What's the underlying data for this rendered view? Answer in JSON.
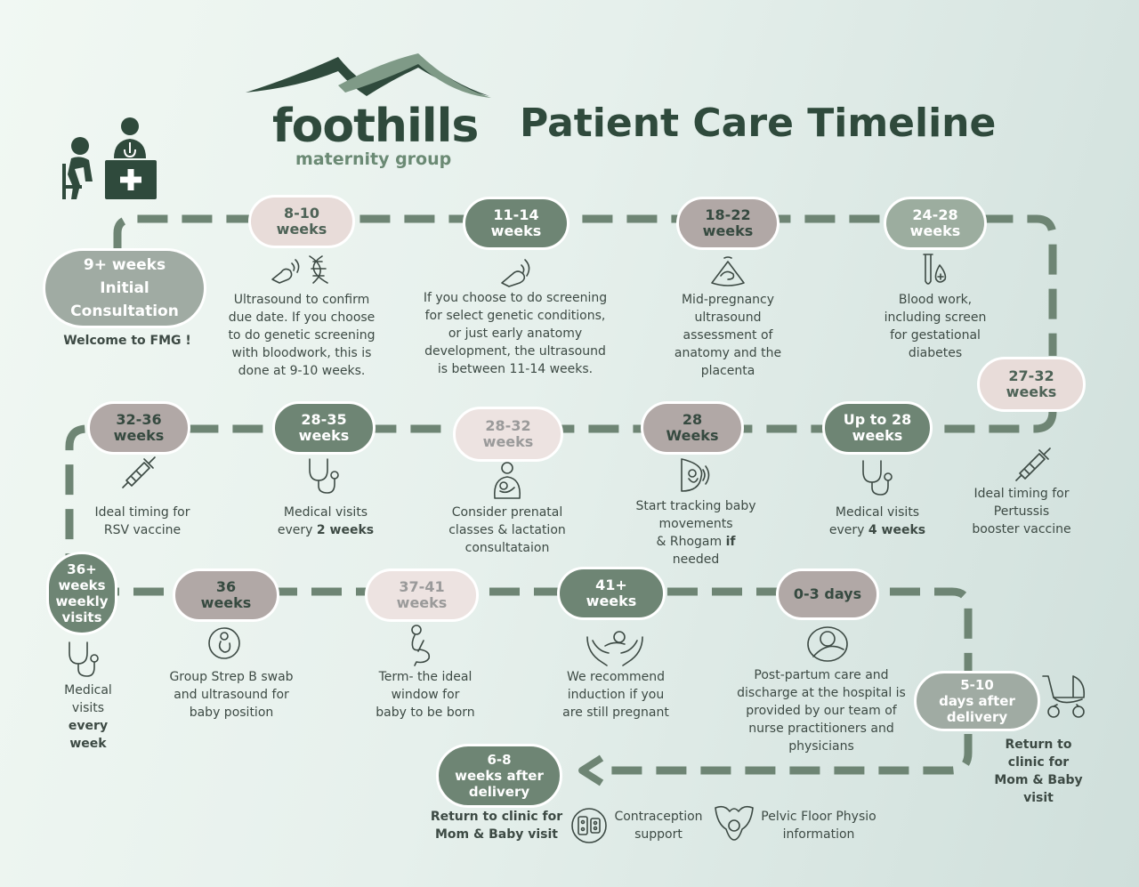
{
  "colors": {
    "track": "#6e8574",
    "pill_pink": "#e8dcd9",
    "pill_green": "#6e8574",
    "pill_mauve": "#b1a8a6",
    "pill_sage": "#9cad9f",
    "title": "#2f4a3c"
  },
  "header": {
    "brand": "foothills",
    "brand_sub": "maternity group",
    "title": "Patient Care Timeline",
    "logo": "mountain-logo",
    "doctor_icon": "doctor-consultation-icon"
  },
  "row1": [
    {
      "id": "initial",
      "label": "9+ weeks\nInitial\nConsultation",
      "style": "grey",
      "desc": "Welcome to FMG !",
      "icon": ""
    },
    {
      "id": "w8-10",
      "label": "8-10\nweeks",
      "style": "pink",
      "desc": "Ultrasound to confirm\ndue date. If you choose\nto do genetic screening\nwith bloodwork, this is\ndone at 9-10 weeks.",
      "icon": "ultrasound-dna-icon"
    },
    {
      "id": "w11-14",
      "label": "11-14\nweeks",
      "style": "green",
      "desc": "If you choose to do screening\nfor select genetic conditions,\nor just early anatomy\ndevelopment, the ultrasound\nis between 11-14 weeks.",
      "icon": "ultrasound-probe-icon"
    },
    {
      "id": "w18-22",
      "label": "18-22\nweeks",
      "style": "mauve",
      "desc": "Mid-pregnancy\nultrasound\nassessment of\nanatomy and the\nplacenta",
      "icon": "ultrasound-scan-icon"
    },
    {
      "id": "w24-28",
      "label": "24-28\nweeks",
      "style": "sage",
      "desc": "Blood work,\nincluding screen\nfor gestational\ndiabetes",
      "icon": "blood-test-icon"
    }
  ],
  "w27_32": {
    "label": "27-32\nweeks",
    "desc": "Ideal timing for\nPertussis\nbooster vaccine",
    "icon": "syringe-icon"
  },
  "row2": [
    {
      "id": "w32-36",
      "label": "32-36\nweeks",
      "style": "mauve",
      "desc": "Ideal timing for\nRSV vaccine",
      "icon": "syringe-icon"
    },
    {
      "id": "w28-35",
      "label": "28-35\nweeks",
      "style": "green",
      "desc_pre": "Medical visits\nevery ",
      "desc_bold": "2 weeks",
      "icon": "stethoscope-icon"
    },
    {
      "id": "w28-32",
      "label": "28-32\nweeks",
      "style": "pinklight",
      "desc": "Consider prenatal\nclasses & lactation\nconsultataion",
      "icon": "mother-baby-icon"
    },
    {
      "id": "w28",
      "label": "28\nWeeks",
      "style": "mauve",
      "desc_pre": "Start tracking baby\nmovements\n& Rhogam ",
      "desc_bold": "if",
      "desc_post": "\nneeded",
      "icon": "baby-in-womb-icon"
    },
    {
      "id": "upto28",
      "label": "Up to 28\nweeks",
      "style": "green",
      "desc_pre": "Medical visits\nevery ",
      "desc_bold": "4 weeks",
      "icon": "stethoscope-icon"
    }
  ],
  "w36plus": {
    "label": "36+\nweeks\nweekly\nvisits",
    "desc_pre": "Medical\nvisits\n",
    "desc_bold": "every\nweek",
    "icon": "stethoscope-icon"
  },
  "row3": [
    {
      "id": "w36",
      "label": "36\nweeks",
      "style": "mauve",
      "desc": "Group Strep B swab\nand ultrasound for\nbaby position",
      "icon": "fetus-icon"
    },
    {
      "id": "w37-41",
      "label": "37-41\nweeks",
      "style": "pinklight",
      "desc": "Term- the ideal\nwindow for\nbaby to be born",
      "icon": "pregnant-woman-icon"
    },
    {
      "id": "w41plus",
      "label": "41+\nweeks",
      "style": "green",
      "desc": "We recommend\ninduction if you\nare still pregnant",
      "icon": "hands-baby-icon"
    },
    {
      "id": "d0-3",
      "label": "0-3 days",
      "style": "mauve",
      "desc": "Post-partum care and\ndischarge at the hospital is\nprovided by our team of\nnurse practitioners and\nphysicians",
      "icon": "newborn-icon"
    }
  ],
  "d5_10": {
    "label": "5-10\ndays after\ndelivery",
    "desc": "Return to\nclinic for\nMom & Baby\nvisit",
    "icon": "stroller-icon"
  },
  "w6_8": {
    "label": "6-8\nweeks after\ndelivery",
    "desc": "Return to clinic for\nMom & Baby visit"
  },
  "extras": [
    {
      "label": "Contraception\nsupport",
      "icon": "contraception-icon"
    },
    {
      "label": "Pelvic Floor Physio\ninformation",
      "icon": "pelvis-icon"
    }
  ]
}
